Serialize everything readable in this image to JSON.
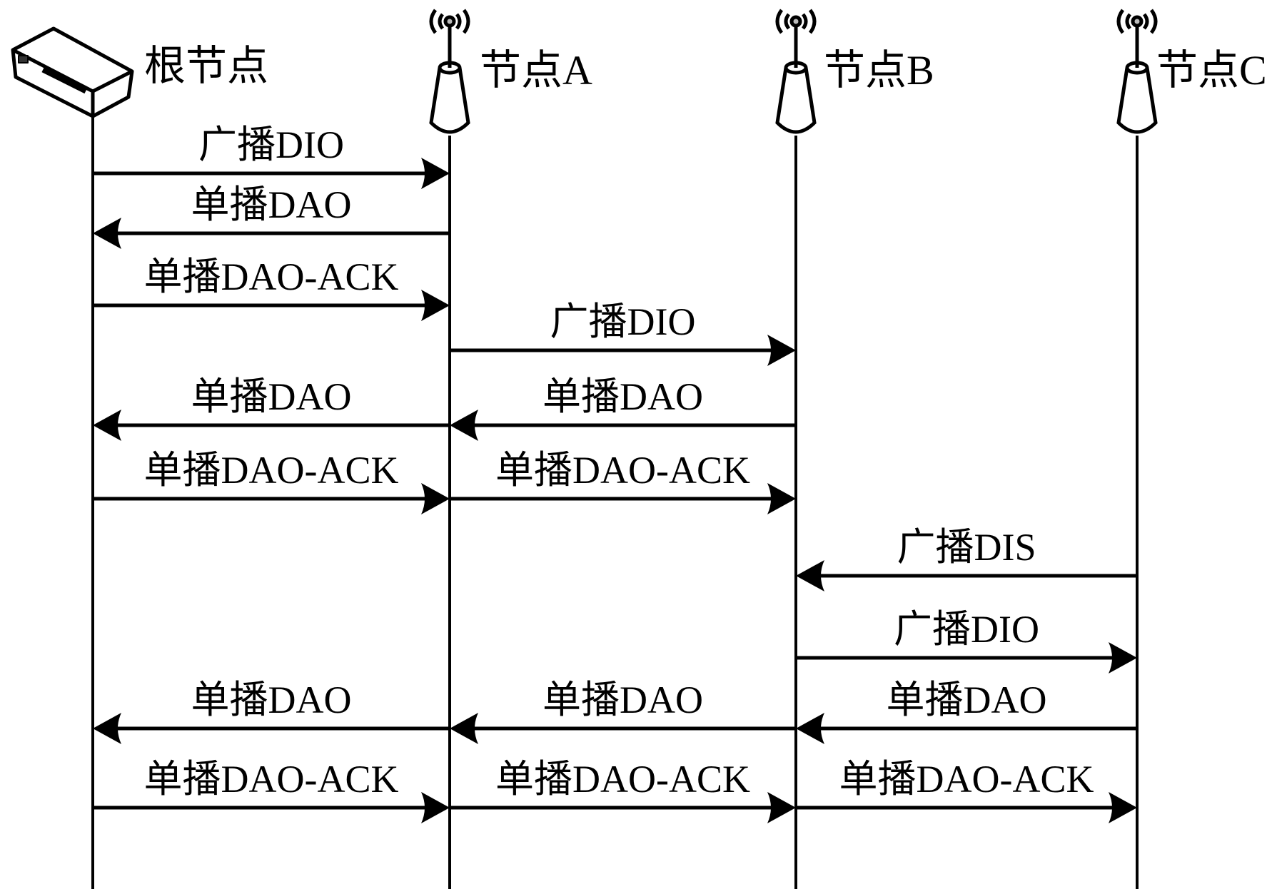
{
  "diagram": {
    "type": "sequence",
    "nodes": [
      {
        "id": "root",
        "label": "根节点",
        "icon": "router-icon"
      },
      {
        "id": "A",
        "label": "节点A",
        "icon": "antenna-icon"
      },
      {
        "id": "B",
        "label": "节点B",
        "icon": "antenna-icon"
      },
      {
        "id": "C",
        "label": "节点C",
        "icon": "antenna-icon"
      }
    ],
    "messages": [
      {
        "from": "root",
        "to": "A",
        "label": "广播DIO"
      },
      {
        "from": "A",
        "to": "root",
        "label": "单播DAO"
      },
      {
        "from": "root",
        "to": "A",
        "label": "单播DAO-ACK"
      },
      {
        "from": "A",
        "to": "B",
        "label": "广播DIO"
      },
      {
        "from": "B",
        "to": "A",
        "label": "单播DAO"
      },
      {
        "from": "A",
        "to": "root",
        "label": "单播DAO"
      },
      {
        "from": "root",
        "to": "A",
        "label": "单播DAO-ACK"
      },
      {
        "from": "A",
        "to": "B",
        "label": "单播DAO-ACK"
      },
      {
        "from": "C",
        "to": "B",
        "label": "广播DIS"
      },
      {
        "from": "B",
        "to": "C",
        "label": "广播DIO"
      },
      {
        "from": "C",
        "to": "B",
        "label": "单播DAO"
      },
      {
        "from": "B",
        "to": "A",
        "label": "单播DAO"
      },
      {
        "from": "A",
        "to": "root",
        "label": "单播DAO"
      },
      {
        "from": "root",
        "to": "A",
        "label": "单播DAO-ACK"
      },
      {
        "from": "A",
        "to": "B",
        "label": "单播DAO-ACK"
      },
      {
        "from": "B",
        "to": "C",
        "label": "单播DAO-ACK"
      }
    ]
  }
}
